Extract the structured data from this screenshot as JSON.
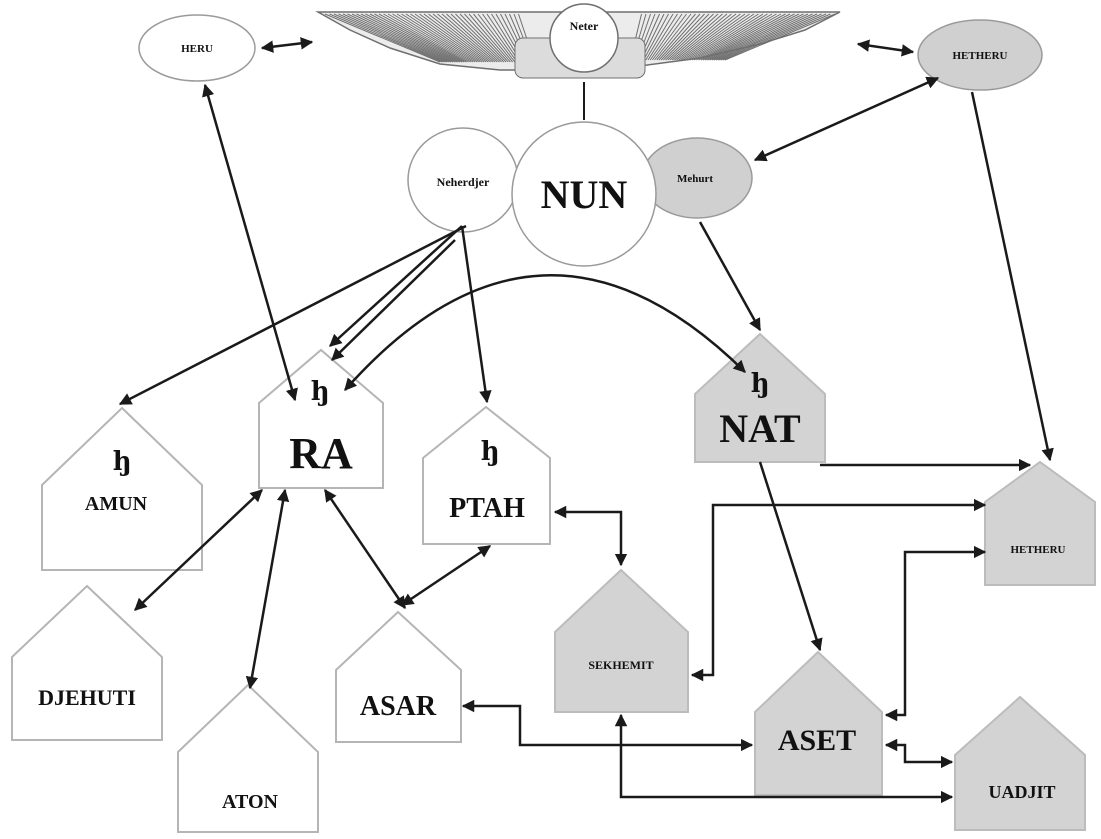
{
  "top": {
    "winged_disk_label": "Neter",
    "center_circle": "NUN",
    "left_oval": "Neherdjer",
    "right_oval": "Mehurt",
    "top_left_oval": "HERU",
    "top_right_oval": "HETHERU"
  },
  "houses": {
    "amun": "AMUN",
    "ra": "RA",
    "ptah": "PTAH",
    "nat": "NAT",
    "hetheru": "HETHERU",
    "djehuti": "DJEHUTI",
    "aton": "ATON",
    "asar": "ASAR",
    "sekhemit": "SEKHEMIT",
    "aset": "ASET",
    "uadjit": "UADJIT"
  },
  "neter_glyph": "ꜧ"
}
